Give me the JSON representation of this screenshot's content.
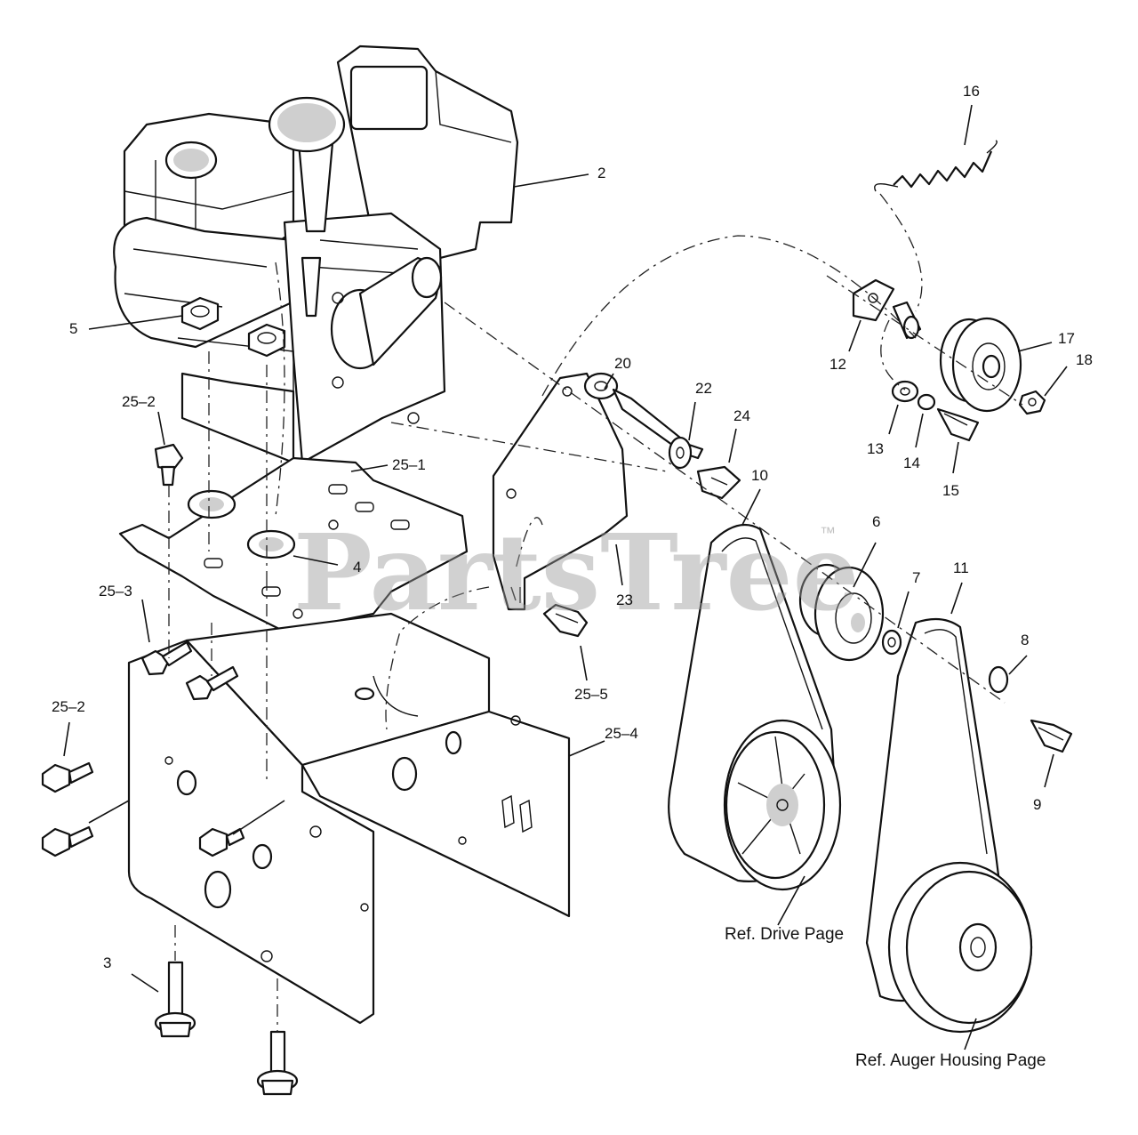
{
  "watermark": {
    "text": "PartsTree",
    "trademark": "™"
  },
  "callouts": [
    {
      "id": "2",
      "label": "2"
    },
    {
      "id": "3",
      "label": "3"
    },
    {
      "id": "4",
      "label": "4"
    },
    {
      "id": "5",
      "label": "5"
    },
    {
      "id": "6",
      "label": "6"
    },
    {
      "id": "7",
      "label": "7"
    },
    {
      "id": "8",
      "label": "8"
    },
    {
      "id": "9",
      "label": "9"
    },
    {
      "id": "10",
      "label": "10"
    },
    {
      "id": "11",
      "label": "11"
    },
    {
      "id": "12",
      "label": "12"
    },
    {
      "id": "13",
      "label": "13"
    },
    {
      "id": "14",
      "label": "14"
    },
    {
      "id": "15",
      "label": "15"
    },
    {
      "id": "16",
      "label": "16"
    },
    {
      "id": "17",
      "label": "17"
    },
    {
      "id": "18",
      "label": "18"
    },
    {
      "id": "20",
      "label": "20"
    },
    {
      "id": "22",
      "label": "22"
    },
    {
      "id": "23",
      "label": "23"
    },
    {
      "id": "24",
      "label": "24"
    },
    {
      "id": "25-1",
      "label": "25–1"
    },
    {
      "id": "25-2a",
      "label": "25–2"
    },
    {
      "id": "25-2b",
      "label": "25–2"
    },
    {
      "id": "25-3",
      "label": "25–3"
    },
    {
      "id": "25-4",
      "label": "25–4"
    },
    {
      "id": "25-5",
      "label": "25–5"
    }
  ],
  "references": {
    "drive": "Ref. Drive Page",
    "auger": "Ref. Auger Housing Page"
  }
}
